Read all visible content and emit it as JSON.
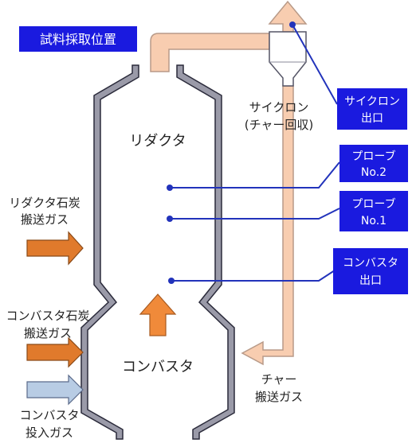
{
  "title": "試料採取位置",
  "colors": {
    "label_box": "#1a1adf",
    "probe_line": "#2233bb",
    "vessel_wall_fill": "#9a9aa8",
    "vessel_wall_edge": "#2a2a3a",
    "duct_fill": "#f8cdb0",
    "duct_edge": "#b89a88",
    "orange_arrow": "#e07a2c",
    "blue_arrow": "#b8cce4"
  },
  "labels": {
    "reductor": "リダクタ",
    "combustor": "コンバスタ",
    "cyclone_line1": "サイクロン",
    "cyclone_line2": "(チャー回収)",
    "reductor_coal_line1": "リダクタ石炭",
    "reductor_coal_line2": "搬送ガス",
    "combustor_coal_line1": "コンバスタ石炭",
    "combustor_coal_line2": "搬送ガス",
    "combustor_input_line1": "コンバスタ",
    "combustor_input_line2": "投入ガス",
    "char_carrier_line1": "チャー",
    "char_carrier_line2": "搬送ガス"
  },
  "sampling_points": [
    {
      "line1": "サイクロン",
      "line2": "出口"
    },
    {
      "line1": "プローブ",
      "line2": "No.2"
    },
    {
      "line1": "プローブ",
      "line2": "No.1"
    },
    {
      "line1": "コンバスタ",
      "line2": "出口"
    }
  ]
}
